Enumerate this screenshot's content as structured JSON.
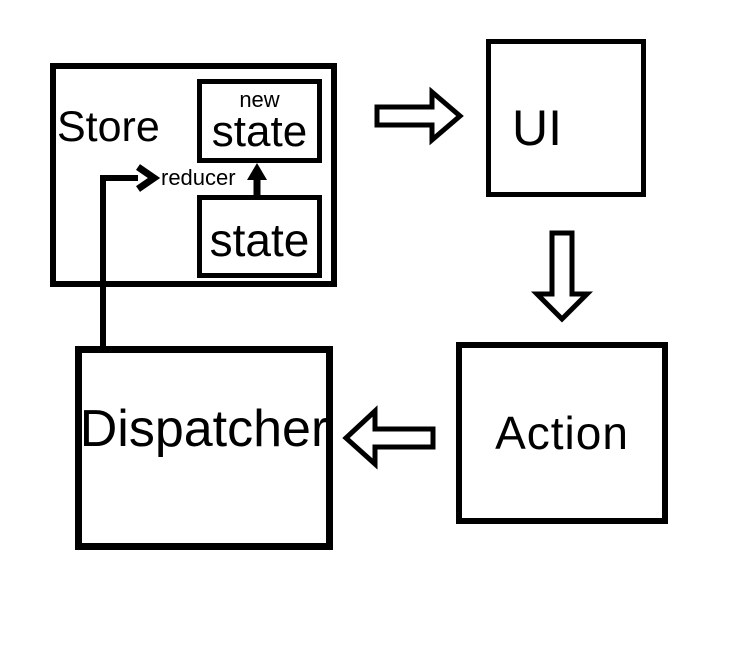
{
  "diagram": {
    "background": "#ffffff",
    "ink": "#000000",
    "nodes": {
      "store": {
        "label": "Store"
      },
      "new_state": {
        "line1": "new",
        "line2": "state"
      },
      "state": {
        "label": "state"
      },
      "reducer": {
        "label": "reducer"
      },
      "ui": {
        "label": "UI"
      },
      "action": {
        "label": "Action"
      },
      "dispatcher": {
        "label": "Dispatcher"
      }
    },
    "edges": [
      {
        "from": "store",
        "to": "ui",
        "direction": "right",
        "style": "hollow-block-arrow"
      },
      {
        "from": "ui",
        "to": "action",
        "direction": "down",
        "style": "hollow-block-arrow"
      },
      {
        "from": "action",
        "to": "dispatcher",
        "direction": "left",
        "style": "hollow-block-arrow"
      },
      {
        "from": "dispatcher",
        "to": "reducer",
        "direction": "up-then-right",
        "style": "solid-line-arrow"
      },
      {
        "from": "state",
        "to": "new_state",
        "direction": "up",
        "style": "solid-line-arrow"
      }
    ]
  }
}
